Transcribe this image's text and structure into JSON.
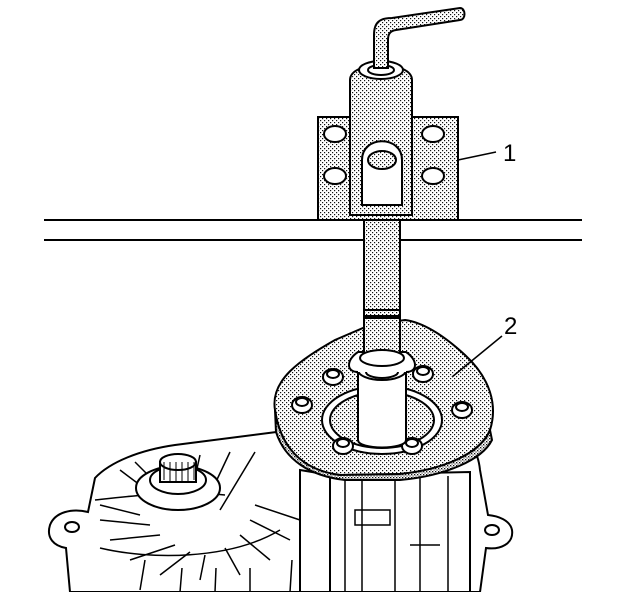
{
  "callouts": [
    {
      "label": "1",
      "target": "press-plate"
    },
    {
      "label": "2",
      "target": "adapter-plate"
    }
  ],
  "colors": {
    "line": "#000000",
    "fill_stipple": "#7a7a7a",
    "background": "#ffffff"
  }
}
